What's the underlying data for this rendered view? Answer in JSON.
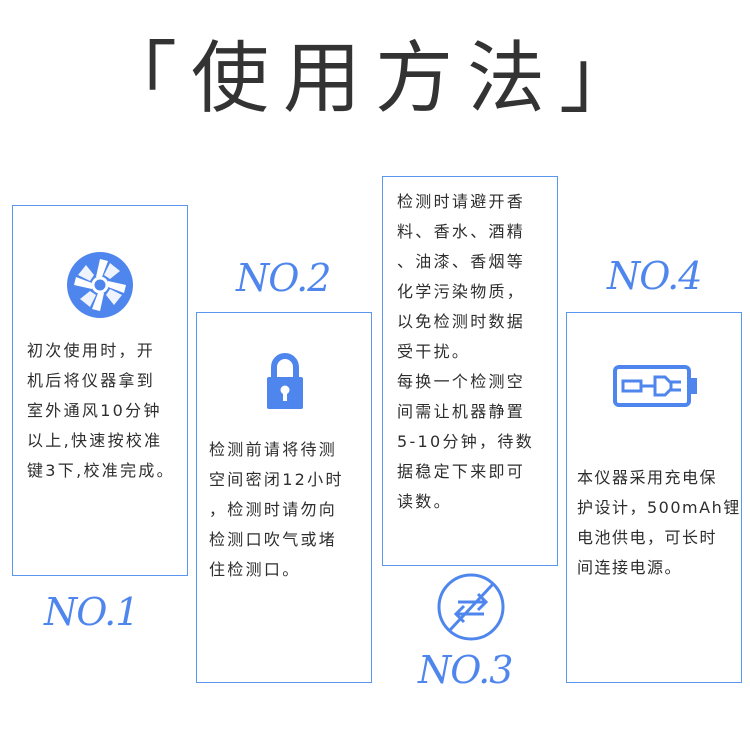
{
  "title": "「使用方法」",
  "steps": [
    {
      "number": "NO.1",
      "text": "初次使用时，开\n机后将仪器拿到\n室外通风10分钟\n以上,快速按校准\n键3下,校准完成。",
      "icon": "fan-icon"
    },
    {
      "number": "NO.2",
      "text": "检测前请将待测\n空间密闭12小时\n，检测时请勿向\n检测口吹气或堵\n住检测口。",
      "icon": "lock-icon"
    },
    {
      "number": "NO.3",
      "text": "检测时请避开香\n料、香水、酒精\n、油漆、香烟等\n化学污染物质，\n以免检测时数据\n受干扰。\n每换一个检测空\n间需让机器静置\n5-10分钟，待数\n据稳定下来即可\n读数。",
      "icon": "no-interference-icon"
    },
    {
      "number": "NO.4",
      "text": "本仪器采用充电保\n护设计，500mAh锂\n电池供电，可长时\n间连接电源。",
      "icon": "battery-plug-icon"
    }
  ],
  "colors": {
    "accent": "#4f86ee",
    "border": "#5a96f0",
    "text": "#2e2e2e"
  }
}
